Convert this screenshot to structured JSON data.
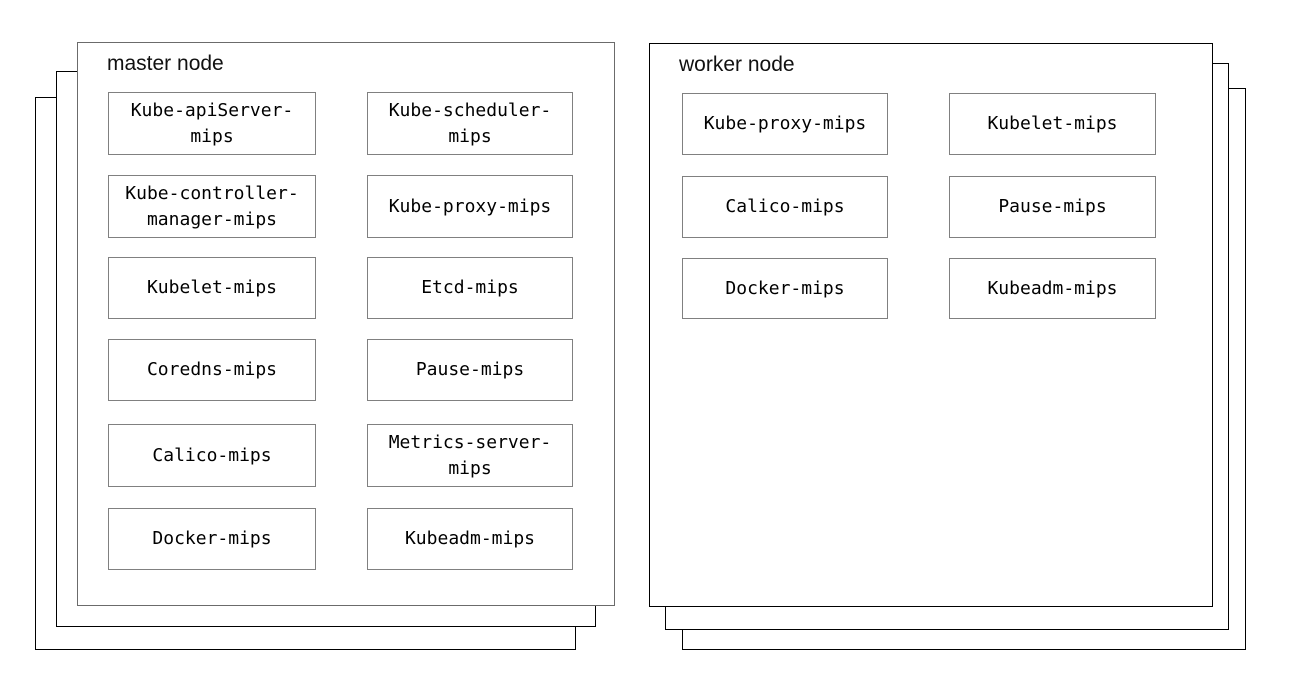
{
  "master": {
    "title": "master node",
    "boxes": [
      "Kube-apiServer-\nmips",
      "Kube-scheduler-\nmips",
      "Kube-controller-\nmanager-mips",
      "Kube-proxy-mips",
      "Kubelet-mips",
      "Etcd-mips",
      "Coredns-mips",
      "Pause-mips",
      "Calico-mips",
      "Metrics-server-\nmips",
      "Docker-mips",
      "Kubeadm-mips"
    ]
  },
  "worker": {
    "title": "worker node",
    "boxes": [
      "Kube-proxy-mips",
      "Kubelet-mips",
      "Calico-mips",
      "Pause-mips",
      "Docker-mips",
      "Kubeadm-mips"
    ]
  },
  "colors": {
    "background": "#ffffff",
    "master_panel_border": "#6b6b6b",
    "worker_panel_border": "#000000",
    "stack_layer_border": "#000000",
    "box_border": "#808080",
    "text": "#000000"
  }
}
